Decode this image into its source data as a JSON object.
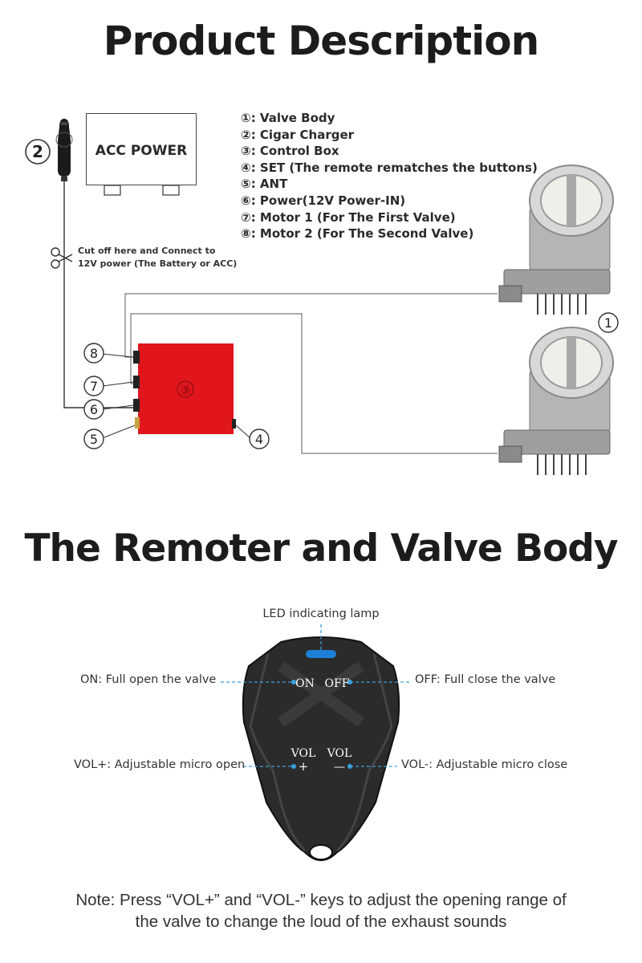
{
  "titles": {
    "product_description": "Product Description",
    "remoter_and_valve": "The Remoter and Valve Body"
  },
  "legend": [
    "①: Valve Body",
    "②: Cigar Charger",
    "③: Control Box",
    "④: SET (The remote rematches the buttons)",
    "⑤: ANT",
    "⑥: Power(12V Power-IN)",
    "⑦: Motor 1 (For The First Valve)",
    "⑧: Motor 2 (For The Second Valve)"
  ],
  "acc_power": "ACC POWER",
  "cut_note": {
    "line1": "Cut off here and Connect to",
    "line2": "12V power (The Battery or ACC)"
  },
  "markers": {
    "valve_body": "1",
    "cigar_charger": "2",
    "control_box": "③",
    "set_button": "4",
    "ant": "5",
    "power_in": "6",
    "motor1": "7",
    "motor2": "8"
  },
  "remote": {
    "led_label": "LED indicating lamp",
    "on_label": "ON: Full open the valve",
    "off_label": "OFF: Full close the valve",
    "volp_label": "VOL+: Adjustable micro open",
    "volm_label": "VOL-: Adjustable micro close",
    "btn_on": "ON",
    "btn_off": "OFF",
    "btn_volp_top": "VOL",
    "btn_volp_sym": "+",
    "btn_volm_top": "VOL",
    "btn_volm_sym": "—"
  },
  "note": {
    "line1": "Note: Press “VOL+” and “VOL-” keys to adjust the opening range of",
    "line2": "the valve to change the loud of the exhaust sounds"
  },
  "colors": {
    "control_box": "#e0161c",
    "remote_body": "#2b2b2b",
    "led": "#1e7fd6",
    "callout_line": "#3aa0dc"
  }
}
